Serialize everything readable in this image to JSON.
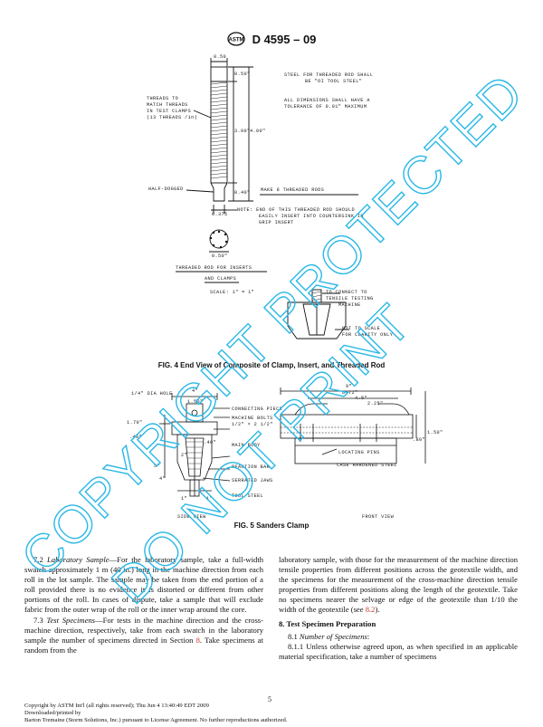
{
  "header": {
    "title": "D 4595 – 09"
  },
  "fig4": {
    "caption": "FIG. 4 End View of Composite of Clamp, Insert, and Threaded Rod",
    "labels": {
      "dim_top": "0.50",
      "dim_050": "0.50\"",
      "dim_400": "4.00\"",
      "dim_300": "3.00\"",
      "dim_040": "0.40\"",
      "dim_bottom": "0.375",
      "threads_1": "THREADS  TO",
      "threads_2": "MATCH THREADS",
      "threads_3": "IN TEST CLAMPS",
      "threads_4": "(13 THREADS /in)",
      "steel_1": "STEEL  FOR  THREADED  ROD  SHALL",
      "steel_2": "BE  \"OI  TOOL  STEEL\"",
      "dims_1": "ALL  DIMENSIONS  SHALL  HAVE  A",
      "dims_2": "TOLERANCE  OF  0.01\"  MAXIMUM",
      "half_dogged": "HALF-DOGGED",
      "make_rods": "MAKE  8  THREADED  RODS",
      "note_1": "NOTE:  END  OF  THIS  THREADED  ROD  SHOULD",
      "note_2": "EASILY  INSERT  INTO  COUNTERSINK  IN",
      "note_3": "GRIP  INSERT",
      "dim_circle": "0.50\"",
      "rod_title_1": "THREADED  ROD  FOR  INSERTS",
      "rod_title_2": "AND  CLAMPS",
      "scale": "SCALE:  1\" = 1\"",
      "connect_1": "TO  CONNECT  TO",
      "connect_2": "TENSILE  TESTING",
      "connect_3": "MACHINE",
      "not_scale_1": "NOT  TO  SCALE",
      "not_scale_2": "FOR  CLARITY  ONLY"
    }
  },
  "fig5": {
    "caption": "FIG. 5 Sanders Clamp",
    "labels": {
      "hole": "1/4\" DIA HOLE",
      "connecting": "CONNECTING PIECE",
      "bolts_1": "MACHINE BOLTS",
      "bolts_2": "1/2\" × 2 1/2\"",
      "main_body": "MAIN BODY",
      "reaction": "REACTION BAR",
      "serrated": "SERRATED JAWS",
      "tool_steel": "TOOL STEEL",
      "locating": "LOCATING PINS",
      "case": "CASE HARDENED STEEL",
      "side_view": "SIDE VIEW",
      "front_view": "FRONT VIEW",
      "d_4": "4\"",
      "d_150": "1.50\"",
      "d_170": "1.70\"",
      "d_40": ".40\"",
      "d_9": "9\"",
      "d_672": "6.72\"",
      "d_45": "4.5\"",
      "d_225": "2.25\"",
      "d_80": ".80\"",
      "d_150b": "1.50\"",
      "d_1a": "1\"",
      "d_1b": "1\"",
      "d_2": "2\"",
      "d_5": "5\"",
      "d_4b": "4\""
    }
  },
  "left_col": {
    "p1_num": "7.2 ",
    "p1_title": "Laboratory Sample",
    "p1_text": "—For the laboratory sample, take a full-width swatch approximately 1 m (40 in.) long in the machine direction from each roll in the lot sample. The sample may be taken from the end portion of a roll provided there is no evidence it is distorted or different from other portions of the roll. In cases of dispute, take a sample that will exclude fabric from the outer wrap of the roll or the inner wrap around the core.",
    "p2_num": "7.3 ",
    "p2_title": "Test Specimens",
    "p2_text_a": "—For tests in the machine direction and the cross-machine direction, respectively, take from each swatch in the laboratory sample the number of specimens directed in Section ",
    "p2_link": "8",
    "p2_text_b": ". Take specimens at random from the"
  },
  "right_col": {
    "p1_text_a": "laboratory sample, with those for the measurement of the machine direction tensile properties from different positions across the geotextile width, and the specimens for the measurement of the cross-machine direction tensile properties from different positions along the length of the geotextile. Take no specimens nearer the selvage or edge of the geotextile than 1/10 the width of the geotextile (see ",
    "p1_link": "8.2",
    "p1_text_b": ").",
    "section_title": "8. Test Specimen Preparation",
    "s81_num": "8.1 ",
    "s81_title": "Number of Specimens",
    "s81_colon": ":",
    "s811": "8.1.1 Unless otherwise agreed upon, as when specified in an applicable material specification, take a number of specimens"
  },
  "page_number": "5",
  "footer": {
    "line1": "Copyright by ASTM Int'l (all rights reserved); Thu Jun  4 13:40:49 EDT 2009",
    "line2": "Downloaded/printed by",
    "line3": "Barton Tremaine (Storm Solutions, Inc.) pursuant to License Agreement. No further reproductions authorized."
  },
  "watermark": {
    "line1": "COPYRIGHT PROTECTED",
    "line2": "DO NOT PRINT",
    "color": "#2ab8e6"
  }
}
